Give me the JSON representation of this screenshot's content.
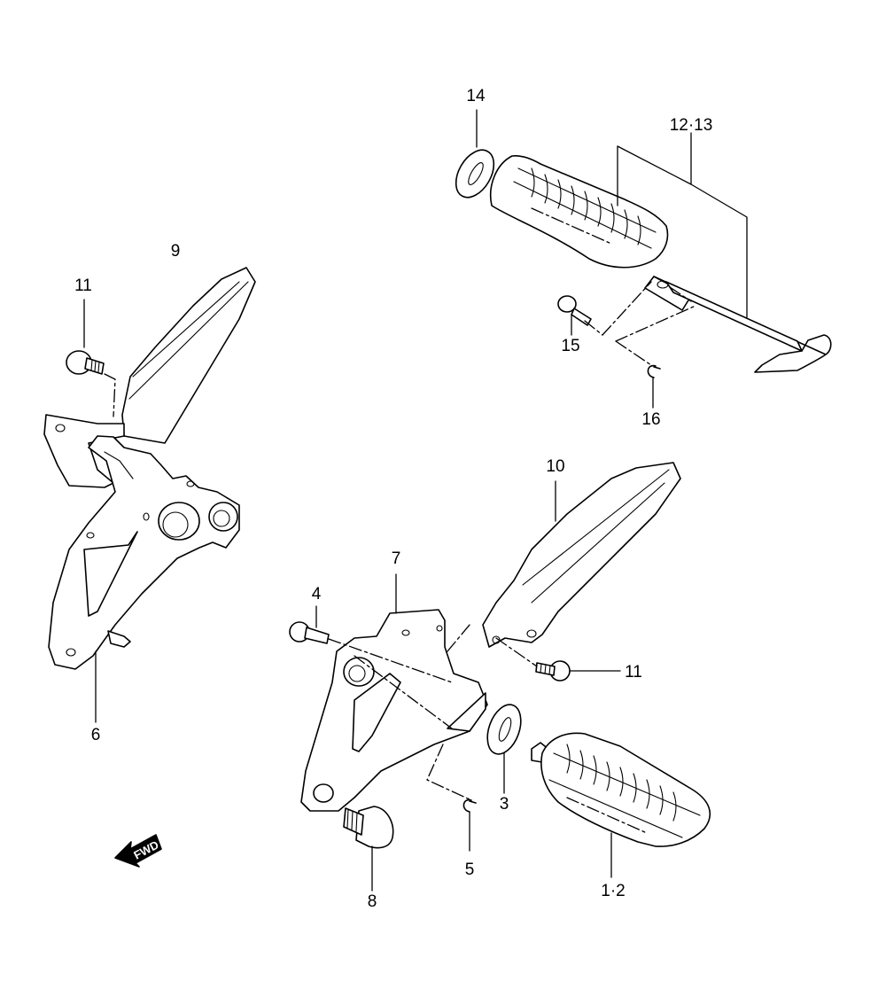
{
  "callouts": {
    "c14": "14",
    "c12_13": "12·13",
    "c9": "9",
    "c11_left": "11",
    "c15": "15",
    "c16": "16",
    "c10": "10",
    "c7": "7",
    "c4": "4",
    "c11_right": "11",
    "c6": "6",
    "c3": "3",
    "c5": "5",
    "c8": "8",
    "c1_2": "1·2"
  },
  "fwd_arrow": {
    "label": "FWD",
    "icon": "fwd-arrow-icon"
  },
  "colors": {
    "ink": "#000000",
    "paper": "#ffffff"
  }
}
